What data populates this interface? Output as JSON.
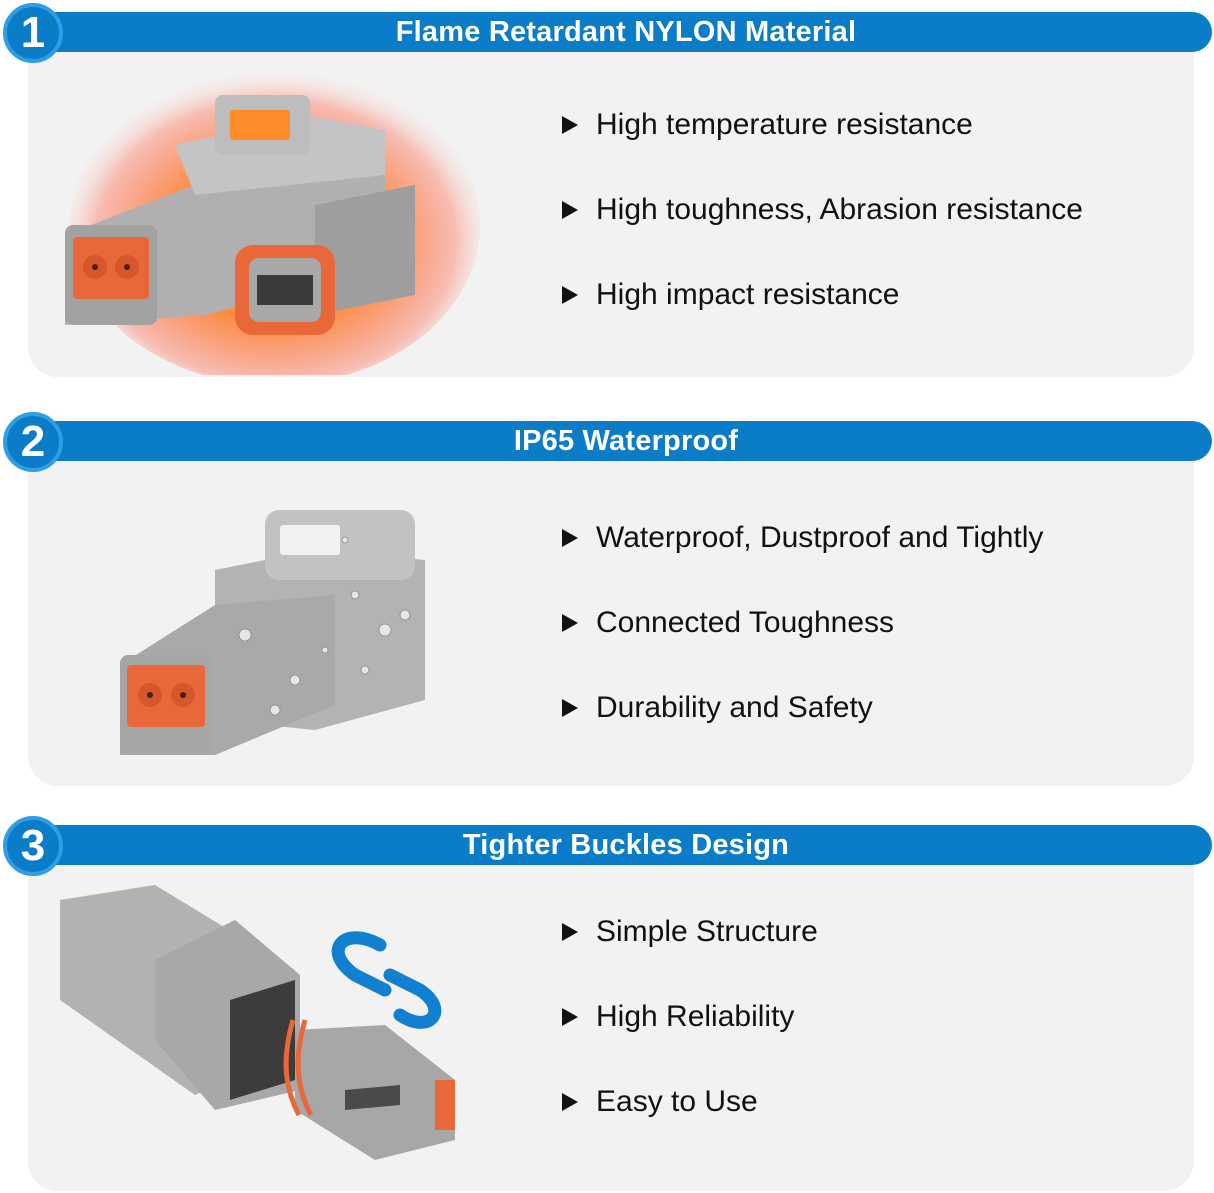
{
  "sections": [
    {
      "number": "1",
      "title": "Flame Retardant NYLON Material",
      "illustration": "connector-in-flames",
      "features": [
        "High temperature resistance",
        "High toughness, Abrasion resistance",
        "High impact resistance"
      ]
    },
    {
      "number": "2",
      "title": "IP65 Waterproof",
      "illustration": "connector-with-water-droplets",
      "features": [
        "Waterproof, Dustproof and Tightly",
        "Connected Toughness",
        "Durability and Safety"
      ]
    },
    {
      "number": "3",
      "title": "Tighter Buckles Design",
      "illustration": "connector-pair-with-link-icon",
      "features": [
        "Simple Structure",
        "High Reliability",
        "Easy to Use"
      ]
    }
  ],
  "colors": {
    "banner": "#0a7cc8",
    "badge_ring": "#2e9ee5",
    "panel": "#f2f2f2",
    "connector_gray": "#a8a8a8",
    "seal_orange": "#e8683a",
    "flame_orange": "#ff7a1a"
  }
}
